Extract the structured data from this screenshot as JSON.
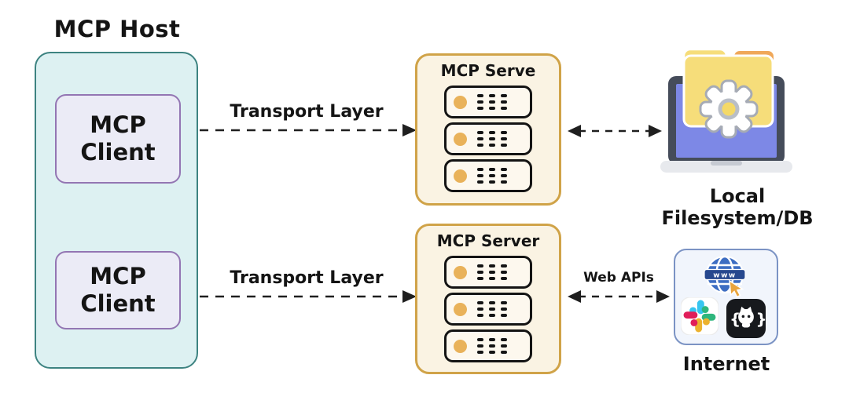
{
  "host": {
    "title": "MCP Host",
    "clients": [
      {
        "line1": "MCP",
        "line2": "Client"
      },
      {
        "line1": "MCP",
        "line2": "Client"
      }
    ]
  },
  "servers": {
    "top_title": "MCP Serve",
    "bottom_title": "MCP Server",
    "units_per_box": 3
  },
  "labels": {
    "transport_top": "Transport Layer",
    "transport_bottom": "Transport Layer",
    "web_apis": "Web APIs",
    "filesystem": "Local Filesystem/DB",
    "internet": "Internet",
    "globe_banner": "www",
    "github_brace_left": "{",
    "github_brace_right": "}"
  },
  "colors": {
    "host_fill": "#ddf1f2",
    "host_border": "#3d8381",
    "client_fill": "#ebebf6",
    "client_border": "#9376b3",
    "server_fill": "#faf3e3",
    "server_border": "#d0a348",
    "server_unit_fill": "#fdf8ee",
    "server_unit_border": "#141414",
    "server_led": "#e9b25a",
    "arrow": "#1f1f1f",
    "internet_fill": "#f1f5fc",
    "internet_border": "#7b93c4",
    "laptop_frame": "#454c5a",
    "laptop_screen": "#7d88e6",
    "laptop_base": "#e7e9ed",
    "folder_yellow": "#f6dd7a",
    "folder_tab_orange": "#f0a85a",
    "gear_center_yellow": "#f4d967",
    "globe_blue": "#3d6dc2",
    "globe_banner_blue": "#27488e",
    "cursor_orange": "#eaa53e",
    "slack_blue": "#36C5F0",
    "slack_green": "#2EB67D",
    "slack_yellow": "#ECB22E",
    "slack_red": "#E01E5A",
    "github_bg": "#17191d"
  }
}
